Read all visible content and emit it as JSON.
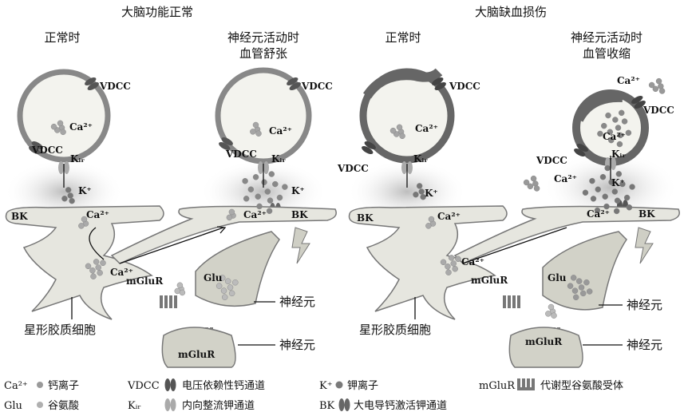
{
  "panels": [
    {
      "title": "大脑功能正常",
      "left_label": "正常时",
      "right_label_1": "神经元活动时",
      "right_label_2": "血管舒张"
    },
    {
      "title": "大脑缺血损伤",
      "left_label": "正常时",
      "right_label_1": "神经元活动时",
      "right_label_2": "血管收缩"
    }
  ],
  "labels": {
    "vdcc": "VDCC",
    "ca": "Ca²⁺",
    "kir": "Kᵢᵣ",
    "k": "K⁺",
    "bk": "BK",
    "mglur": "mGluR",
    "glu": "Glu",
    "neuron": "神经元",
    "astrocyte": "星形胶质细胞"
  },
  "legend": [
    {
      "symbol": "Ca²⁺",
      "desc": "钙离子",
      "icon": "dot",
      "color": "#9a9a9a"
    },
    {
      "symbol": "VDCC",
      "desc": "电压依赖性钙通道",
      "icon": "channel",
      "color": "#555555"
    },
    {
      "symbol": "K⁺",
      "desc": "钾离子",
      "icon": "dot",
      "color": "#7a7a7a"
    },
    {
      "symbol": "mGluR",
      "desc": "代谢型谷氨酸受体",
      "icon": "receptor",
      "color": "#777777"
    },
    {
      "symbol": "Glu",
      "desc": "谷氨酸",
      "icon": "dot",
      "color": "#b0b0b0"
    },
    {
      "symbol": "Kᵢᵣ",
      "desc": "内向整流钾通道",
      "icon": "channel",
      "color": "#aaaaaa"
    },
    {
      "symbol": "BK",
      "desc": "大电导钙激活钾通道",
      "icon": "channel",
      "color": "#666666"
    }
  ]
}
